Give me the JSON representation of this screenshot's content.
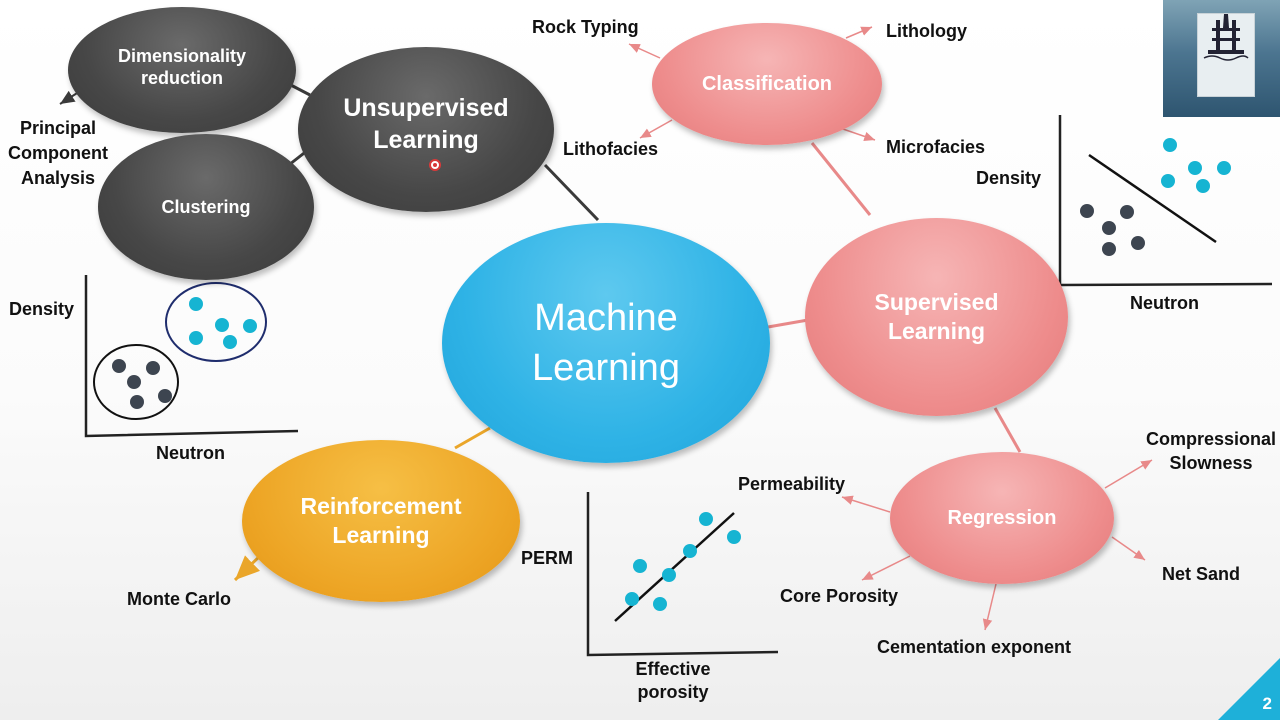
{
  "center": {
    "line1": "Machine",
    "line2": "Learning"
  },
  "unsupervised": {
    "line1": "Unsupervised",
    "line2": "Learning",
    "dimensionality": {
      "line1": "Dimensionality",
      "line2": "reduction"
    },
    "clustering": "Clustering",
    "pca": {
      "line1": "Principal",
      "line2": "Component",
      "line3": "Analysis"
    }
  },
  "supervised": {
    "line1": "Supervised",
    "line2": "Learning",
    "classification": "Classification",
    "classification_items": {
      "rock_typing": "Rock Typing",
      "lithology": "Lithology",
      "lithofacies": "Lithofacies",
      "microfacies": "Microfacies"
    },
    "regression": "Regression",
    "regression_items": {
      "permeability": "Permeability",
      "compressional": {
        "line1": "Compressional",
        "line2": "Slowness"
      },
      "net_sand": "Net Sand",
      "core_porosity": "Core Porosity",
      "cementation": "Cementation exponent"
    }
  },
  "reinforcement": {
    "line1": "Reinforcement",
    "line2": "Learning",
    "monte_carlo": "Monte Carlo"
  },
  "plots": {
    "clustering_plot": {
      "ylabel": "Density",
      "xlabel": "Neutron"
    },
    "classification_plot": {
      "ylabel": "Density",
      "xlabel": "Neutron"
    },
    "regression_plot": {
      "ylabel": "PERM",
      "xlabel": {
        "line1": "Effective",
        "line2": "porosity"
      }
    }
  },
  "colors": {
    "dark_node": "#474747",
    "pink_node": "#ee8c8c",
    "blue_node": "#2fb3e6",
    "orange_node": "#eda525",
    "cyan_point": "#16b4d2",
    "dark_point": "#3d4550",
    "pink_arrow": "#e88989",
    "orange_arrow": "#eaa62a",
    "dark_line": "#3a3a3a"
  },
  "icons": {
    "logo": "oil-rig-logo-icon"
  },
  "slide": {
    "page_number": "2"
  }
}
